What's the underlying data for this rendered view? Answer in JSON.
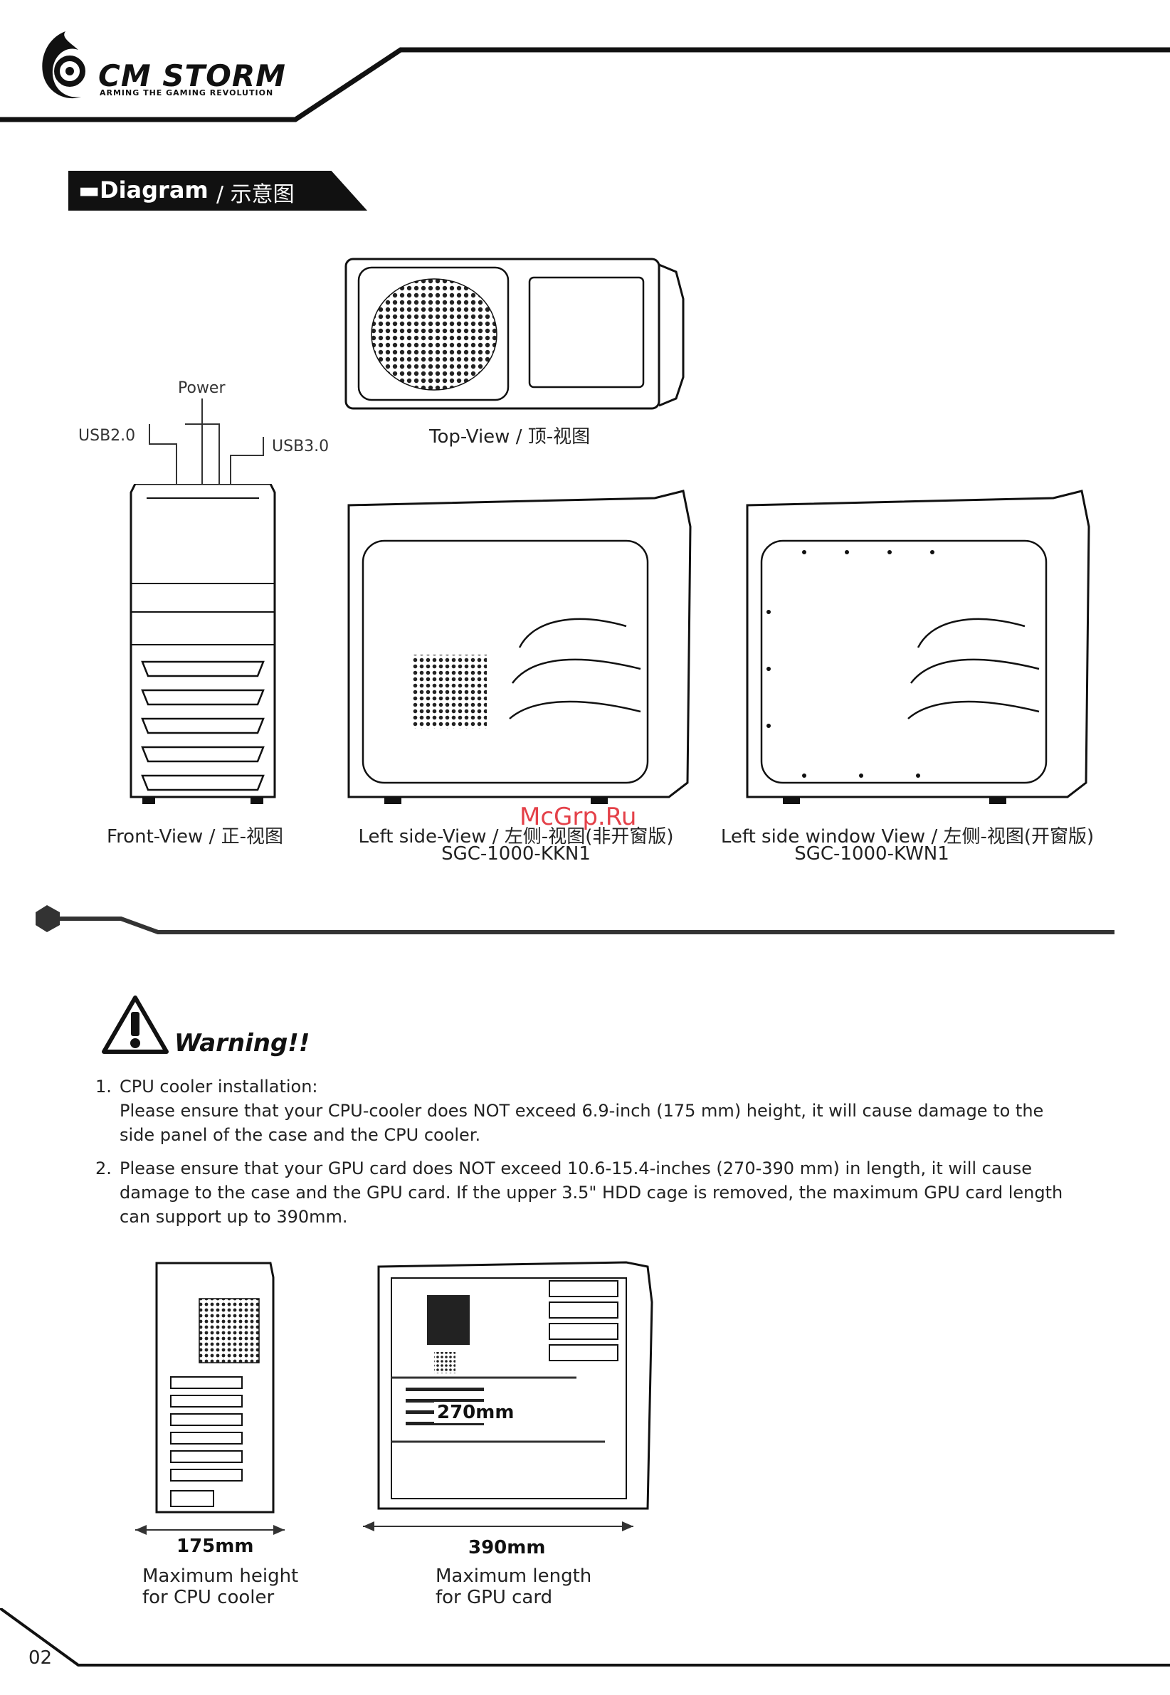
{
  "brand": {
    "name": "CM STORM",
    "tagline": "ARMING THE GAMING REVOLUTION"
  },
  "section": {
    "title": "Diagram",
    "title_cn": "/ 示意图"
  },
  "ports": {
    "power": "Power",
    "usb2": "USB2.0",
    "usb3": "USB3.0"
  },
  "views": {
    "top": "Top-View / 顶-视图",
    "front": "Front-View / 正-视图",
    "left": "Left side-View / 左侧-视图(非开窗版)",
    "left_model": "SGC-1000-KKN1",
    "window": "Left side window View / 左侧-视图(开窗版)",
    "window_model": "SGC-1000-KWN1"
  },
  "watermark": "McGrp.Ru",
  "warning": {
    "title": "Warning!!",
    "items": [
      {
        "num": "1.",
        "heading": "CPU cooler installation:",
        "text": "Please ensure that your CPU-cooler does NOT exceed 6.9-inch (175 mm) height, it will cause damage to the side panel of the case and the CPU cooler."
      },
      {
        "num": "2.",
        "heading": "",
        "text": "Please ensure that your GPU card does NOT exceed 10.6-15.4-inches (270-390 mm) in length, it will cause damage to the case and the GPU card. If the upper 3.5\" HDD cage is removed, the maximum GPU card length can support up to 390mm."
      }
    ]
  },
  "figures": {
    "cpu_dim": "175mm",
    "cpu_caption_1": "Maximum height",
    "cpu_caption_2": "for CPU cooler",
    "gpu_dim": "390mm",
    "gpu_inner_dim": "270mm",
    "gpu_caption_1": "Maximum length",
    "gpu_caption_2": "for GPU card"
  },
  "page_number": "02"
}
